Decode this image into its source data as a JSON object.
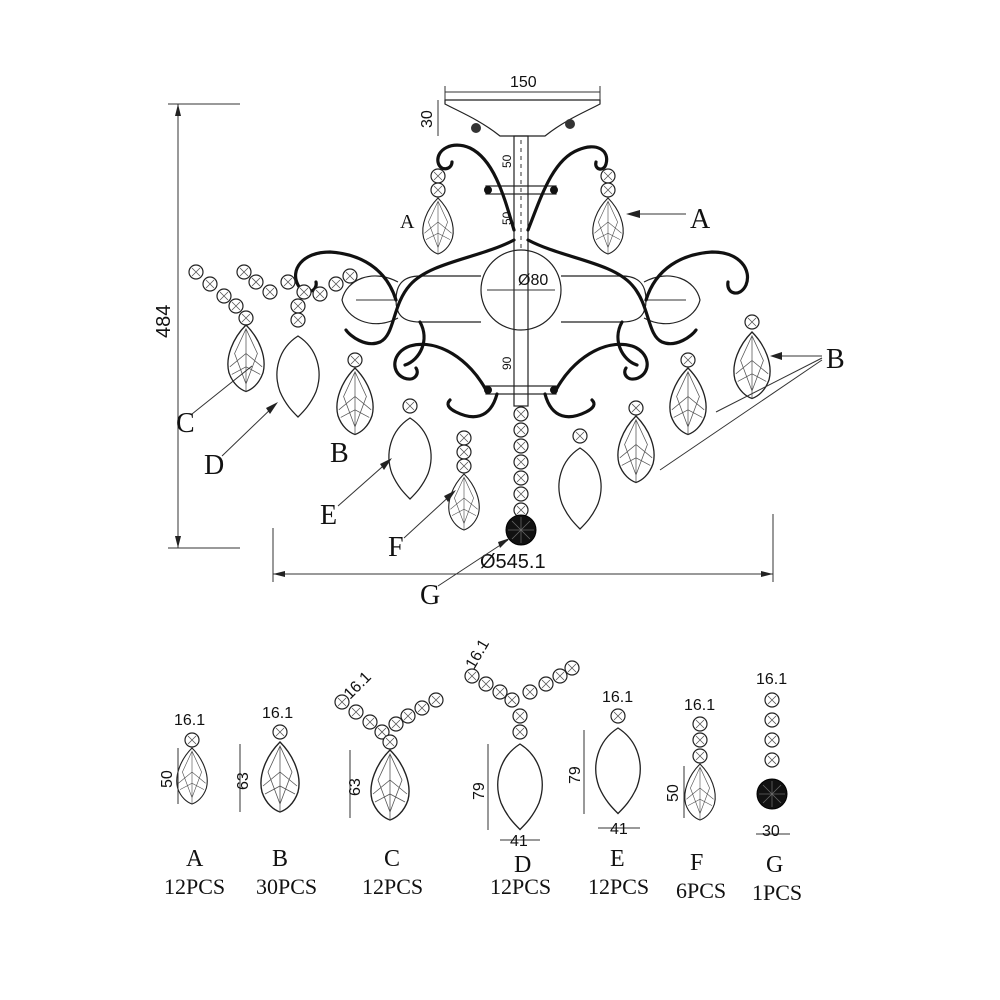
{
  "dimensions": {
    "canopy_width": "150",
    "canopy_height": "30",
    "total_height": "484",
    "center_ball": "Ø80",
    "diameter": "Ø545.1",
    "rod_segment_1": "50",
    "rod_segment_2": "50",
    "rod_segment_3": "90"
  },
  "callouts": {
    "a_left": "A",
    "a_right": "A",
    "b_left": "B",
    "b_right": "B",
    "c": "C",
    "d": "D",
    "e": "E",
    "f": "F",
    "g": "G"
  },
  "parts": [
    {
      "label": "A",
      "qty": "12PCS",
      "top": "16.1",
      "height": "50",
      "width": ""
    },
    {
      "label": "B",
      "qty": "30PCS",
      "top": "16.1",
      "height": "63",
      "width": ""
    },
    {
      "label": "C",
      "qty": "12PCS",
      "top": "16.1",
      "height": "63",
      "width": ""
    },
    {
      "label": "D",
      "qty": "12PCS",
      "top": "16.1",
      "height": "79",
      "width": "41"
    },
    {
      "label": "E",
      "qty": "12PCS",
      "top": "16.1",
      "height": "79",
      "width": "41"
    },
    {
      "label": "F",
      "qty": "6PCS",
      "top": "16.1",
      "height": "50",
      "width": ""
    },
    {
      "label": "G",
      "qty": "1PCS",
      "top": "16.1",
      "height": "",
      "width": "30"
    }
  ]
}
